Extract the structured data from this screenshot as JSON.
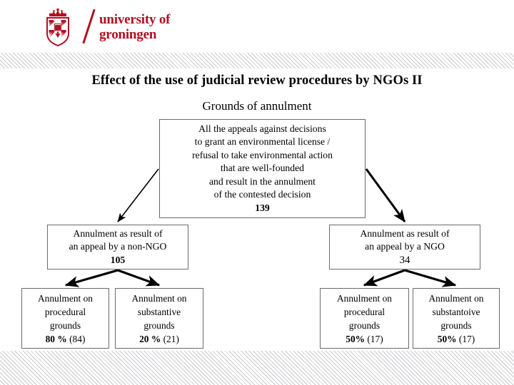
{
  "brand": {
    "logo_color": "#B01020",
    "crest_name": "university-of-groningen-crest",
    "wordmark_line1": "university of",
    "wordmark_line2": "groningen"
  },
  "slide": {
    "title": "Effect of the use of judicial review procedures by NGOs II",
    "subtitle": "Grounds of annulment"
  },
  "diagram": {
    "type": "flowchart",
    "root": {
      "lines": [
        "All the appeals against decisions",
        "to grant an environmental license /",
        "refusal to take environmental action",
        "that are well-founded",
        "and result in the annulment",
        "of the contested decision"
      ],
      "value": "139"
    },
    "branches": [
      {
        "lines": [
          "Annulment as result of",
          "an appeal by  a non-NGO"
        ],
        "value": "105",
        "children": [
          {
            "lines": [
              "Annulment on",
              "procedural",
              "grounds"
            ],
            "percent": "80 %",
            "count": "(84)"
          },
          {
            "lines": [
              "Annulment on",
              "substantive",
              "grounds"
            ],
            "percent": "20 %",
            "count": "(21)"
          }
        ]
      },
      {
        "lines": [
          "Annulment as result of",
          "an appeal by a NGO"
        ],
        "value": "34",
        "children": [
          {
            "lines": [
              "Annulment on",
              "procedural",
              "grounds"
            ],
            "percent": "50%",
            "count": "(17)"
          },
          {
            "lines": [
              "Annulment on",
              "substantoive",
              "grounds"
            ],
            "percent": "50%",
            "count": "(17)"
          }
        ]
      }
    ]
  }
}
